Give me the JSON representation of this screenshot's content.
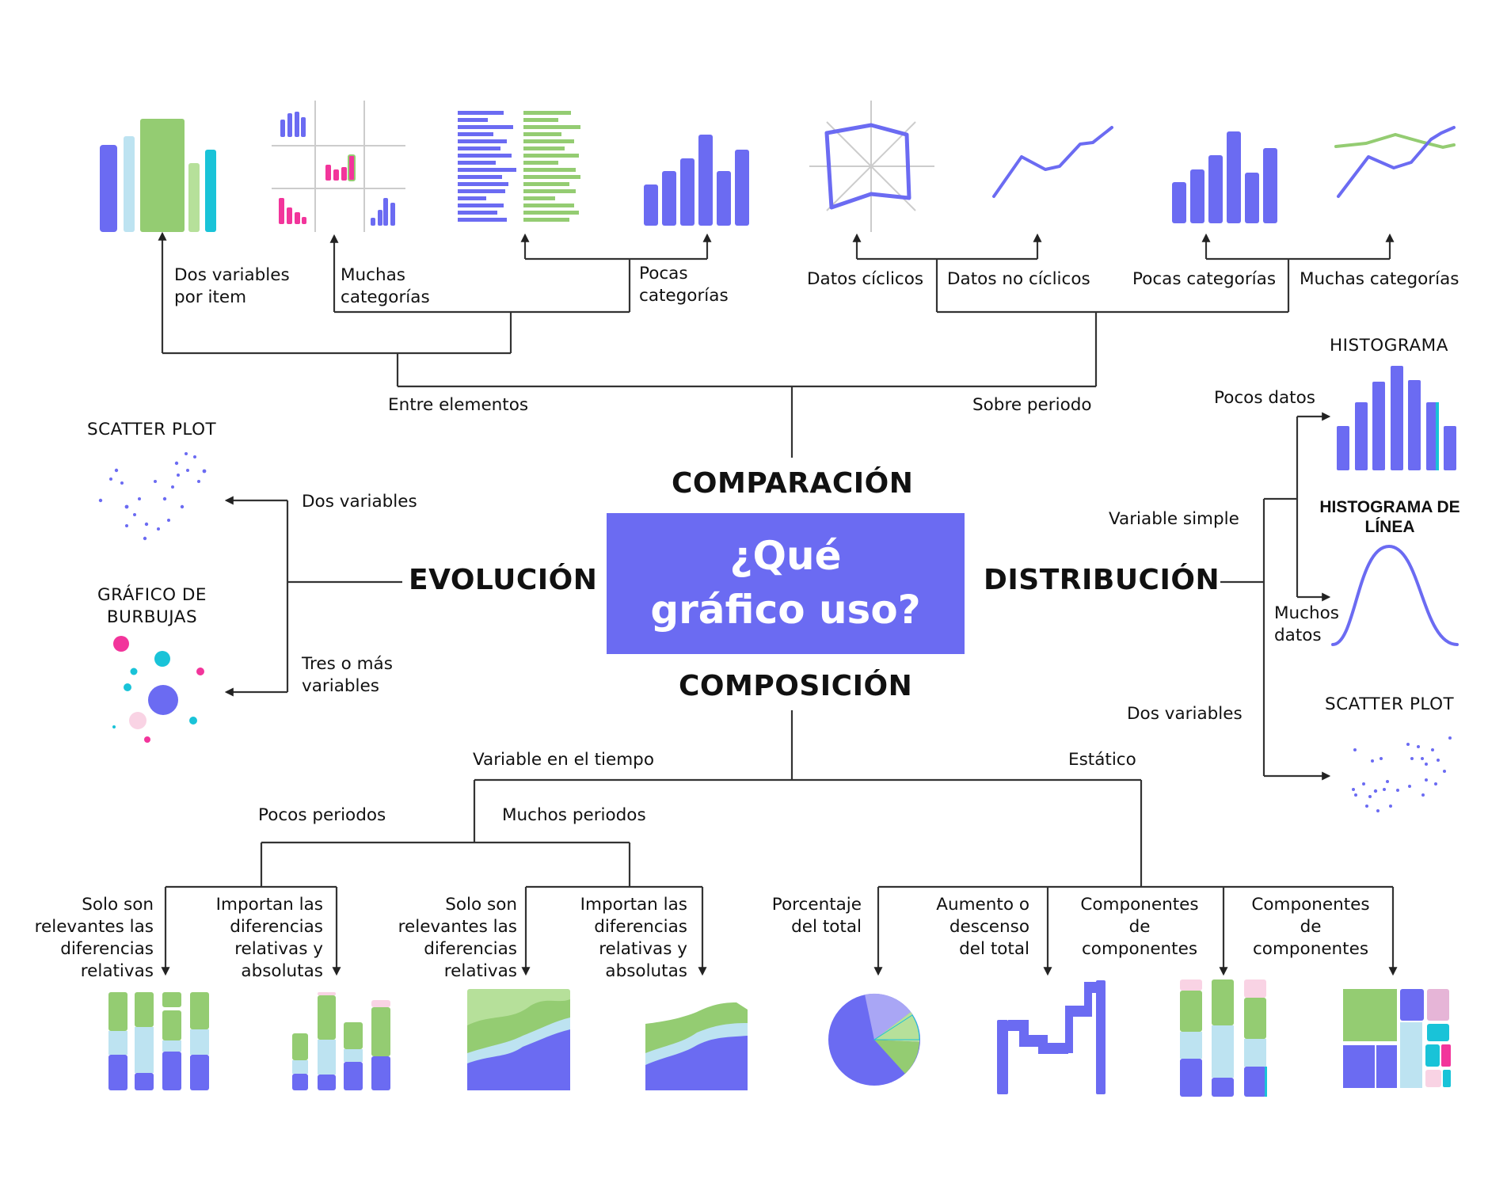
{
  "center": {
    "title": "¿Qué\ngráfico uso?"
  },
  "colors": {
    "purple": "#6b6bf2",
    "green": "#94cc72",
    "light_blue": "#bde3f1",
    "cyan": "#19c3d8",
    "pink": "#f2359b",
    "light_pink": "#f9d3e4",
    "lavender": "#a9a6f5",
    "line": "#333333"
  },
  "categories": {
    "comparacion": "COMPARACIÓN",
    "evolucion": "EVOLUCIÓN",
    "distribucion": "DISTRIBUCIÓN",
    "composicion": "COMPOSICIÓN"
  },
  "comparacion": {
    "entre_elementos": "Entre elementos",
    "sobre_periodo": "Sobre periodo",
    "dos_variables_por_item": "Dos variables\npor item",
    "muchas_categorias": "Muchas\ncategorías",
    "pocas_categorias": "Pocas\ncategorías",
    "datos_ciclicos": "Datos cíclicos",
    "datos_no_ciclicos": "Datos no cíclicos",
    "pocas_categorias_periodo": "Pocas categorías",
    "muchas_categorias_periodo": "Muchas categorías"
  },
  "evolucion": {
    "scatter_title": "SCATTER PLOT",
    "dos_variables": "Dos variables",
    "burbujas_title": "GRÁFICO DE\nBURBUJAS",
    "tres_variables": "Tres o más\nvariables"
  },
  "distribucion": {
    "histograma_title": "HISTOGRAMA",
    "pocos_datos": "Pocos datos",
    "variable_simple": "Variable simple",
    "histograma_linea_title": "HISTOGRAMA DE\nLÍNEA",
    "muchos_datos": "Muchos\ndatos",
    "dos_variables": "Dos variables",
    "scatter_title": "SCATTER PLOT"
  },
  "composicion": {
    "variable_tiempo": "Variable en el tiempo",
    "estatico": "Estático",
    "pocos_periodos": "Pocos periodos",
    "muchos_periodos": "Muchos periodos",
    "solo_relevantes_1": "Solo son\nrelevantes las\ndiferencias\nrelativas",
    "importan_1": "Importan las\ndiferencias\nrelativas y\nabsolutas",
    "solo_relevantes_2": "Solo son\nrelevantes las\ndiferencias\nrelativas",
    "importan_2": "Importan las\ndiferencias\nrelativas y\nabsolutas",
    "porcentaje_total": "Porcentaje\ndel total",
    "aumento_descenso": "Aumento o\ndescenso\ndel total",
    "componentes_1": "Componentes\nde\ncomponentes",
    "componentes_2": "Componentes\nde\ncomponentes"
  }
}
